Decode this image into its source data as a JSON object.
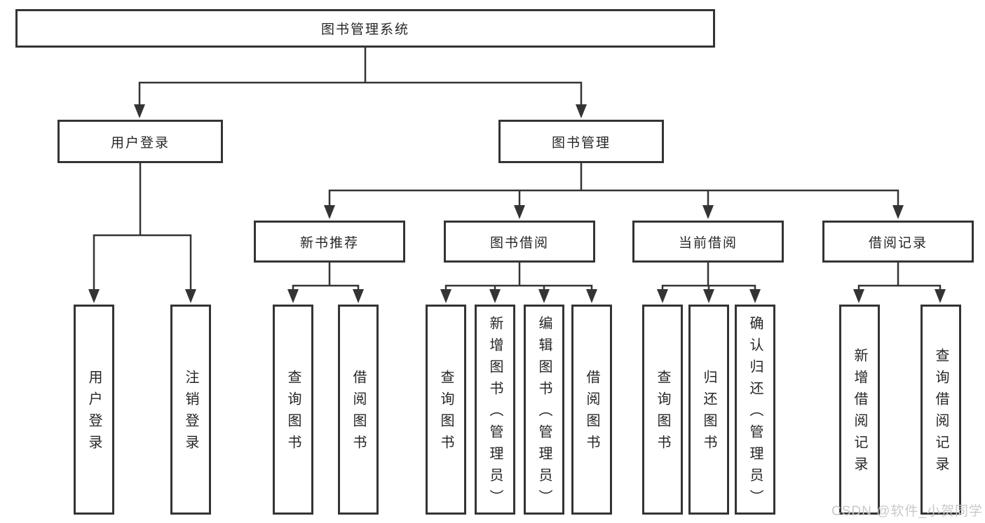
{
  "diagram": {
    "title": "图书管理系统",
    "root": {
      "label": "图书管理系统"
    },
    "level1": [
      {
        "label": "用户登录"
      },
      {
        "label": "图书管理"
      }
    ],
    "level2": [
      {
        "label": "新书推荐"
      },
      {
        "label": "图书借阅"
      },
      {
        "label": "当前借阅"
      },
      {
        "label": "借阅记录"
      }
    ],
    "leaves": [
      {
        "label": "用户登录",
        "parent": "用户登录"
      },
      {
        "label": "注销登录",
        "parent": "用户登录"
      },
      {
        "label": "查询图书",
        "parent": "新书推荐"
      },
      {
        "label": "借阅图书",
        "parent": "新书推荐"
      },
      {
        "label": "查询图书",
        "parent": "图书借阅"
      },
      {
        "label": "新增图书（管理员）",
        "parent": "图书借阅"
      },
      {
        "label": "编辑图书（管理员）",
        "parent": "图书借阅"
      },
      {
        "label": "借阅图书",
        "parent": "图书借阅"
      },
      {
        "label": "查询图书",
        "parent": "当前借阅"
      },
      {
        "label": "归还图书",
        "parent": "当前借阅"
      },
      {
        "label": "确认归还（管理员）",
        "parent": "当前借阅"
      },
      {
        "label": "新增借阅记录",
        "parent": "借阅记录"
      },
      {
        "label": "查询借阅记录",
        "parent": "借阅记录"
      }
    ]
  },
  "watermark": {
    "text": "CSDN @软件_小贺同学"
  },
  "colors": {
    "line": "#343434",
    "text": "#262626",
    "background": "#ffffff",
    "watermark": "#c6c9ce"
  }
}
